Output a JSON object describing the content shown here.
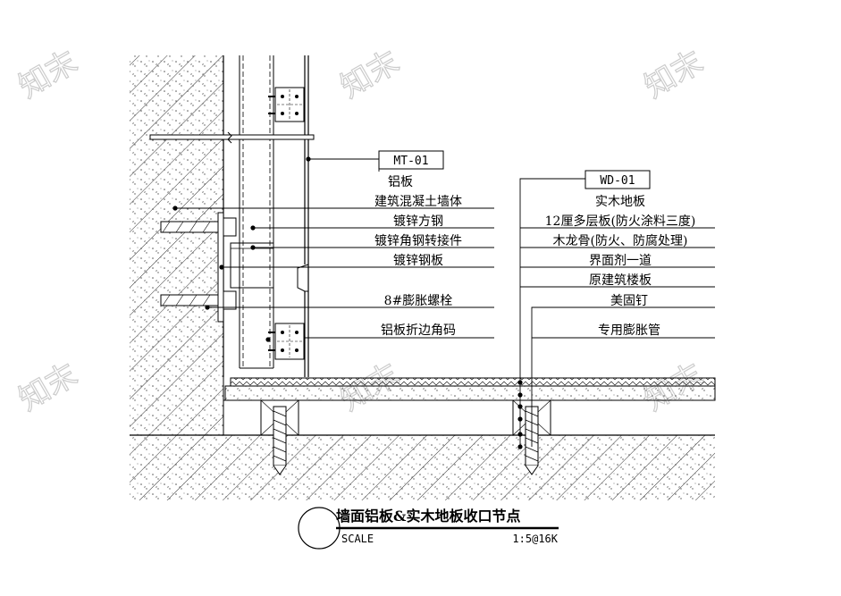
{
  "tags": {
    "left": "MT-01",
    "right": "WD-01"
  },
  "left_labels": [
    "铝板",
    "建筑混凝土墙体",
    "镀锌方钢",
    "镀锌角钢转接件",
    "镀锌钢板",
    "8#膨胀螺栓",
    "铝板折边角码"
  ],
  "right_labels": [
    "实木地板",
    "12厘多层板(防火涂料三度)",
    "木龙骨(防火、防腐处理)",
    "界面剂一道",
    "原建筑楼板",
    "美固钉",
    "专用膨胀管"
  ],
  "title": {
    "text": "墙面铝板&实木地板收口节点",
    "scale_label": "SCALE",
    "scale_value": "1:5@16K"
  },
  "watermark": "知末",
  "colors": {
    "line": "#000000",
    "concrete_dots": "#555555",
    "watermark": "#cccccc"
  }
}
